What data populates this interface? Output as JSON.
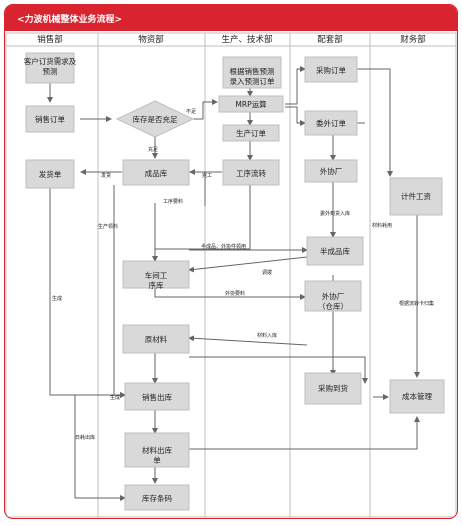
{
  "title": "<力波机械整体业务流程>",
  "lanes": [
    "销售部",
    "物资部",
    "生产、技术部",
    "配套部",
    "财务部"
  ],
  "boxes": {
    "customer_order": "客户订货需求及预测",
    "sales_order": "销售订单",
    "shipping_order": "发货单",
    "stock_sufficient": "库存是否充足",
    "finished_goods_store": "成品库",
    "workshop_store": "车间工序库",
    "raw_material": "原材料",
    "sales_outbound": "销售出库",
    "material_outbound": "材料出库单",
    "inventory_barcode": "库存条码",
    "sales_forecast_entry": "根据销售预测录入预测订单",
    "mrp_calc": "MRP运算",
    "production_order": "生产订单",
    "process_transfer": "工序流转",
    "purchase_order": "采购订单",
    "outsource_order": "委外订单",
    "outsource_factory": "外协厂",
    "semi_finished_store": "半成品库",
    "outsource_warehouse": "外协厂（仓库）",
    "purchase_arrival": "采购到货",
    "piecework_wage": "计件工资",
    "cost_management": "成本管理"
  },
  "edges": {
    "insufficient": "不足",
    "sufficient": "充足",
    "ship": "发货",
    "completion": "完工",
    "process_request": "工序要料",
    "production_feed": "生产领料",
    "semi_outsource_pick": "半成品、外协件领用",
    "transfer": "调拨",
    "outsource_request": "外协要料",
    "outsource_send": "委外到货入库",
    "material_cost": "材料耗用",
    "generate": "生成",
    "material_in": "材料入库",
    "generate2": "生成",
    "daily_outbound": "日耗出库",
    "payroll_basis": "根据流转卡归集"
  }
}
